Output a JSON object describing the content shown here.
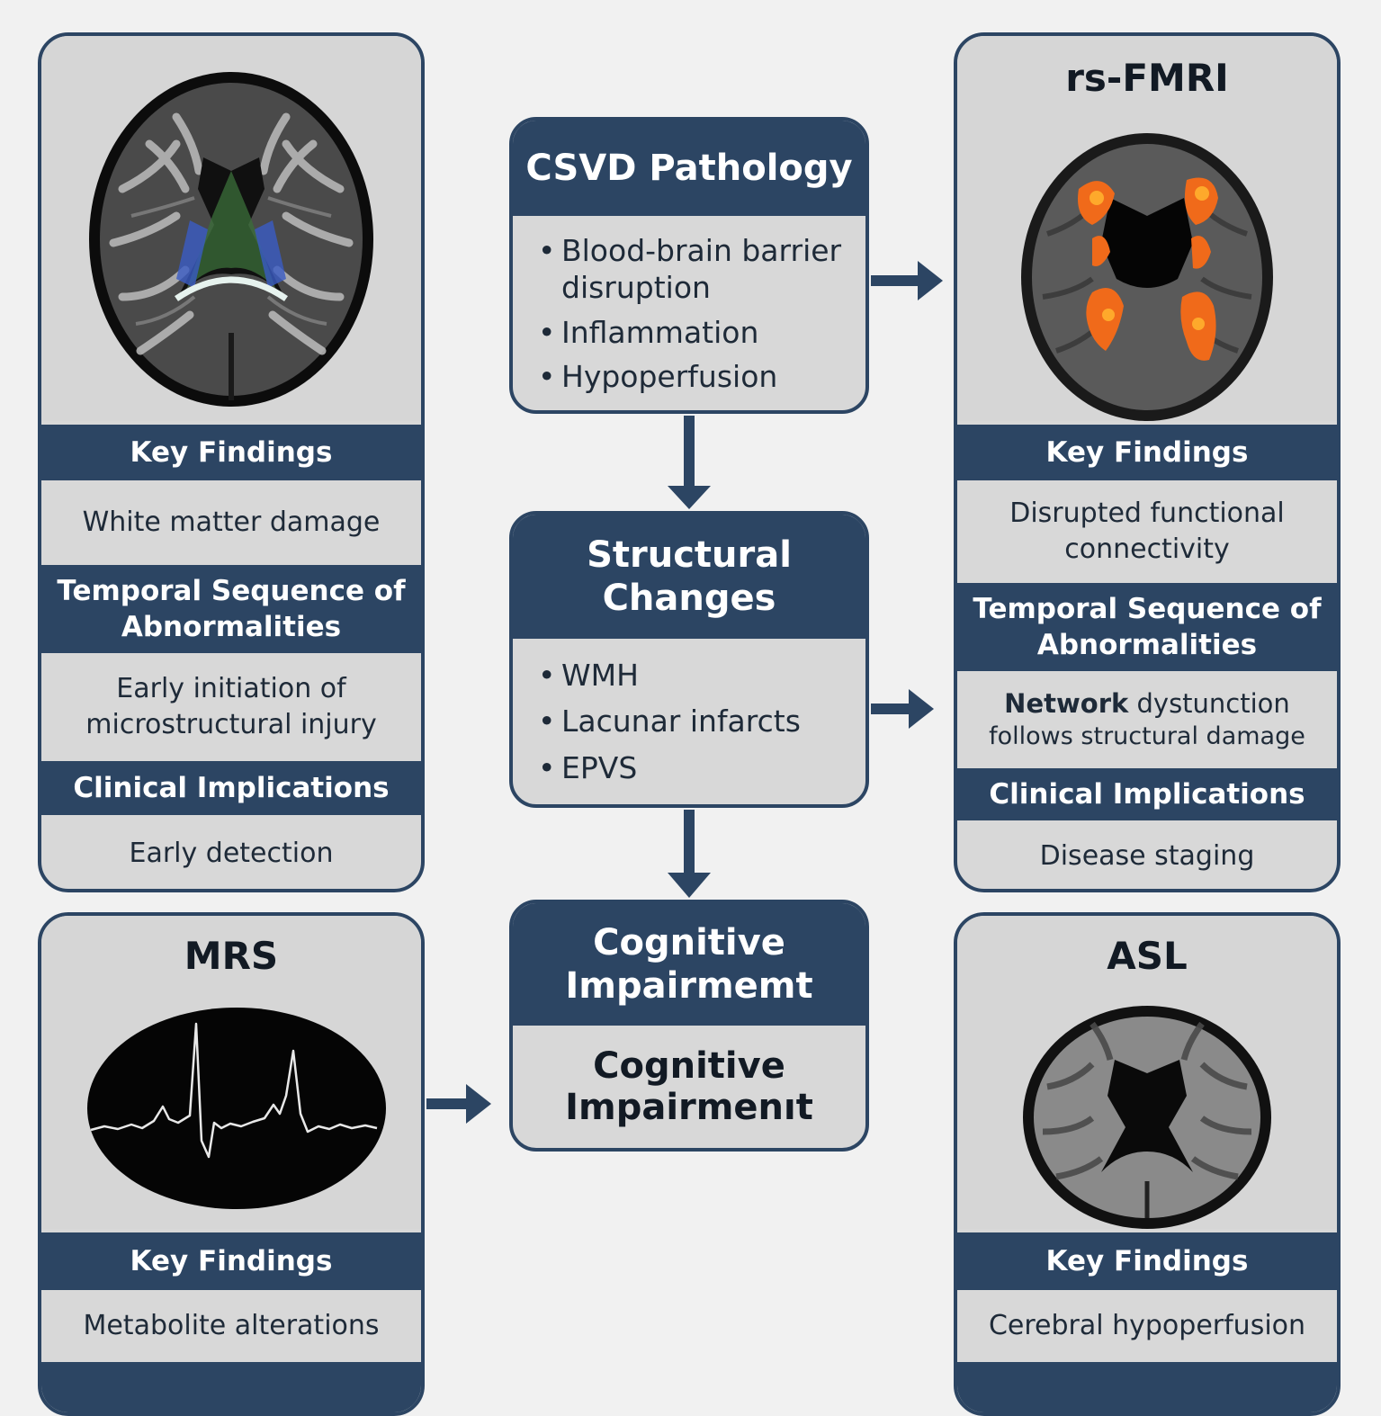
{
  "flow": {
    "pathology": {
      "title": "CSVD Pathology",
      "items": [
        "Blood-brain barrier disruption",
        "Inflammation",
        "Hypoperfusion"
      ]
    },
    "structural": {
      "title": "Structural Changes",
      "items": [
        "WMH",
        "Lacunar infarcts",
        "EPVS"
      ]
    },
    "cognitive": {
      "title": "Cognitive Impairmemt",
      "body": "Cognitive Impairmenıt"
    }
  },
  "left_top": {
    "key_findings_header": "Key Findings",
    "key_findings_text": "White matter damage",
    "temporal_header": "Temporal Sequence of Abnormalities",
    "temporal_text": "Early initiation of microstructural injury",
    "clinical_header": "Clinical Implications",
    "clinical_text": "Early detection"
  },
  "right_top": {
    "title": "rs-FMRI",
    "key_findings_header": "Key Findings",
    "key_findings_text": "Disrupted functional connectivity",
    "temporal_header": "Temporal Sequence of Abnormalities",
    "temporal_text_bold": "Network",
    "temporal_text_rest": " dystunction",
    "temporal_text_line2": "follows structural damage",
    "clinical_header": "Clinical Implications",
    "clinical_text": "Disease staging"
  },
  "left_bottom": {
    "title": "MRS",
    "key_findings_header": "Key Findings",
    "key_findings_text": "Metabolite alterations"
  },
  "right_bottom": {
    "title": "ASL",
    "key_findings_header": "Key Findings",
    "key_findings_text": "Cerebral hypoperfusion"
  },
  "colors": {
    "navy": "#2c4563",
    "panel_gray": "#d8d8d8",
    "background": "#f1f1f1",
    "activation": "#f06a1a"
  }
}
